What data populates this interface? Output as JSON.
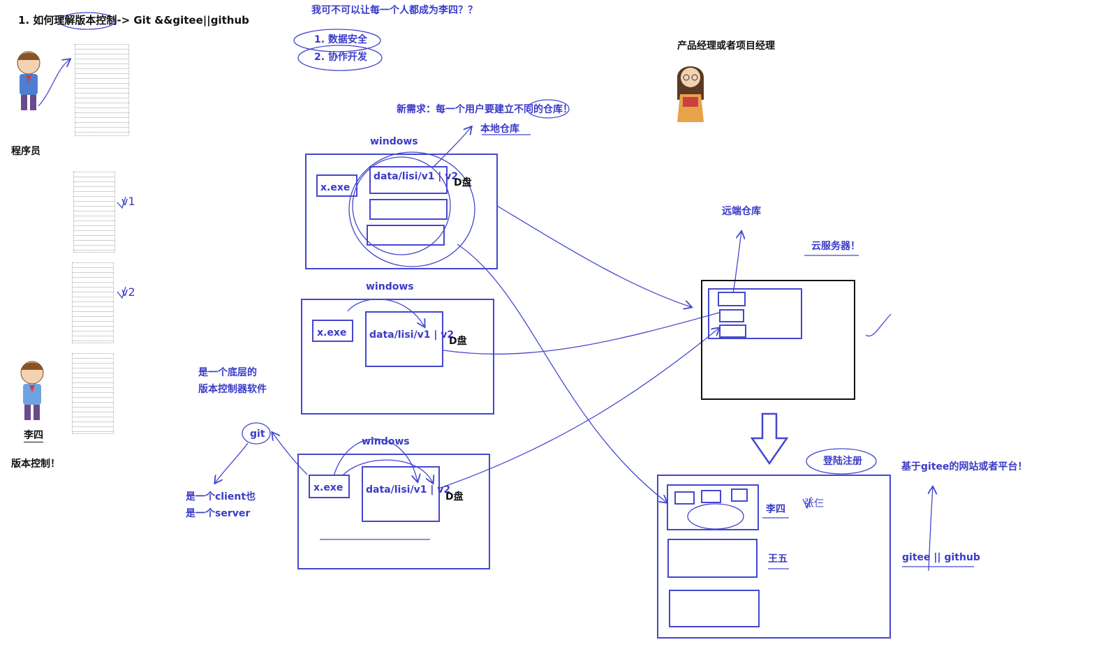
{
  "colors": {
    "ink": "#4347cf",
    "text_blue": "#3a3bc7",
    "text_black": "#111111"
  },
  "header": {
    "title": "1. 如何理解版本控制-> Git &&gitee||github"
  },
  "top_notes": {
    "question": "我可不可以让每一个人都成为李四？？",
    "point1": "1. 数据安全",
    "point2": "2. 协作开发"
  },
  "left_panel": {
    "programmer_label": "程序员",
    "lisi_label": "李四",
    "version_control_label": "版本控制！",
    "v1_note": "v1",
    "v2_note": "v2"
  },
  "manager": {
    "label": "产品经理或者项目经理"
  },
  "requirement": {
    "text": "新需求：每一个用户要建立不同的仓库！",
    "local_repo": "本地仓库"
  },
  "machines": [
    {
      "os": "windows",
      "exe": "x.exe",
      "path": "data/lisi/v1 | v2",
      "drive": "D盘"
    },
    {
      "os": "windows",
      "exe": "x.exe",
      "path": "data/lisi/v1 | v2",
      "drive": "D盘"
    },
    {
      "os": "windows",
      "exe": "x.exe",
      "path": "data/lisi/v1 | v2",
      "drive": "D盘"
    }
  ],
  "git_notes": {
    "desc_line1": "是一个底层的",
    "desc_line2": "版本控制器软件",
    "git": "git",
    "client_line1": "是一个client也",
    "client_line2": "是一个server"
  },
  "remote": {
    "label": "远端仓库",
    "cloud": "云服务器！"
  },
  "platform": {
    "login": "登陆注册",
    "desc": "基于gitee的网站或者平台！",
    "users": [
      "李四",
      "王五"
    ],
    "user_extra": "张仨",
    "brands": "gitee || github"
  }
}
